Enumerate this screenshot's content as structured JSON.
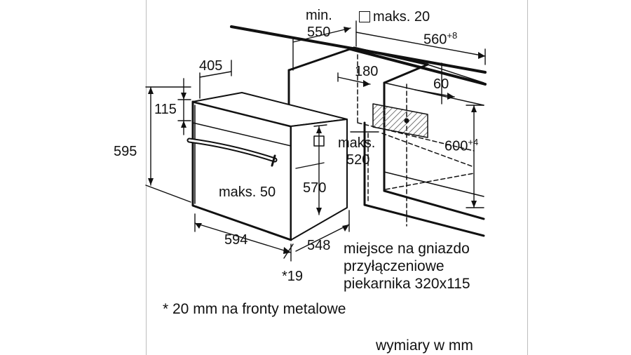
{
  "labels": {
    "min_label": "min.",
    "d550": "550",
    "maks20": "maks. 20",
    "d560": "560",
    "d560_tol": "+8",
    "d405": "405",
    "d180": "180",
    "d60": "60",
    "d115": "115",
    "d595": "595",
    "maks520_a": "maks.",
    "maks520_b": "520",
    "d600": "600",
    "d600_tol": "+4",
    "maks50": "maks. 50",
    "d570": "570",
    "d594": "594",
    "d548": "548",
    "star19": "*19"
  },
  "notes": {
    "socket_line1": "miejsce na gniazdo",
    "socket_line2": "przyłączeniowe",
    "socket_line3": "piekarnika 320x115",
    "footnote": "* 20 mm na fronty metalowe",
    "units": "wymiary w mm"
  }
}
